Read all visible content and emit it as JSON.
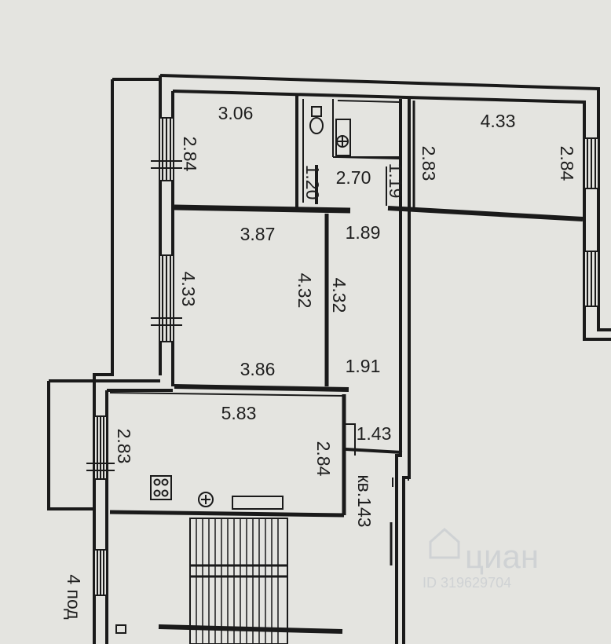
{
  "dimensions": {
    "r1_width": "3.06",
    "r1_height": "2.84",
    "bath_width": "2.70",
    "bath_left": "1.20",
    "bath_right": "1.19",
    "r2_left": "2.83",
    "r2_width": "4.33",
    "r2_right": "2.84",
    "living_top": "3.87",
    "living_left": "4.33",
    "living_right": "4.32",
    "living_bottom": "3.86",
    "corr_top": "1.89",
    "corr_left": "4.32",
    "corr_bottom": "1.91",
    "kitchen_width": "5.83",
    "kitchen_left": "2.83",
    "kitchen_right": "2.84",
    "hall_width": "1.43"
  },
  "apartment_label": "кв.143",
  "entrance_label": "4 под",
  "watermark": {
    "brand": "циан",
    "id": "ID 319629704"
  },
  "icons": {
    "toilet": "toilet-icon",
    "bathtub": "bathtub-icon",
    "stove": "stove-icon",
    "sink": "sink-icon"
  },
  "colors": {
    "paper": "#e4e4e0",
    "wall": "#1a1a1a",
    "text": "#1e1e1e"
  }
}
